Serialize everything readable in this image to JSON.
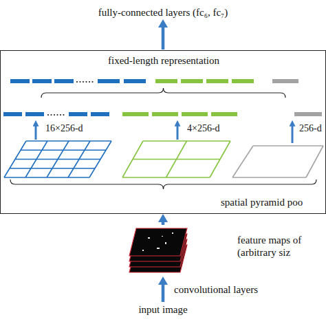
{
  "diagram": {
    "nodes": [
      {
        "text": [
          "fully-connected layers (fc₆, fc₇)"
        ]
      },
      {
        "text": [
          "fixed-length representation",
          "spatial pyramid poo"
        ]
      },
      {
        "text": [
          "feature maps of (arbitrary siz"
        ]
      },
      {
        "text": [
          "input image"
        ]
      }
    ],
    "edges": [
      {
        "from": 1,
        "to": 0,
        "arrow": "to"
      },
      {
        "from": 2,
        "to": 1,
        "arrow": "to"
      },
      {
        "from": 3,
        "to": 2,
        "arrow": "to",
        "label": "convolutional layers"
      }
    ],
    "labels": [
      "16×256-d",
      "4×256-d",
      "256-d"
    ]
  }
}
